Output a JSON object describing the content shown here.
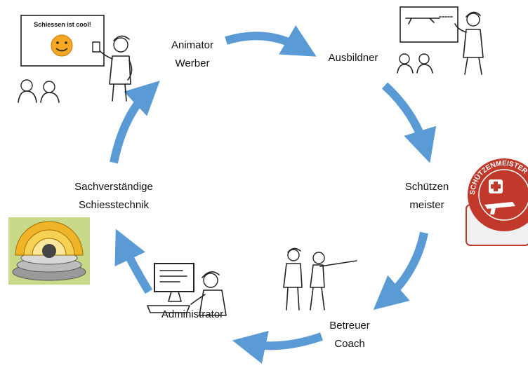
{
  "diagram": {
    "roles": [
      {
        "id": "animator",
        "lines": [
          "Animator",
          "Werber"
        ]
      },
      {
        "id": "ausbildner",
        "lines": [
          "Ausbildner"
        ]
      },
      {
        "id": "schuetzenmeister",
        "lines": [
          "Schützen",
          "meister"
        ]
      },
      {
        "id": "betreuer",
        "lines": [
          "Betreuer",
          "Coach"
        ]
      },
      {
        "id": "administrator",
        "lines": [
          "Administrator"
        ]
      },
      {
        "id": "sachverstaendige",
        "lines": [
          "Sachverständige",
          "Schiesstechnik"
        ]
      }
    ],
    "board_text": "Schiessen ist cool!",
    "badge_text": "SCHÜTZENMEISTER",
    "colors": {
      "arrow": "#5b9bd5",
      "badge_red": "#c0392b",
      "smiley": "#f5a623",
      "pyramid_bg": "#c9d98a"
    },
    "icons": {
      "animator": "presenter-with-board-icon",
      "ausbildner": "instructor-with-rifle-chart-icon",
      "schuetzenmeister": "schuetzenmeister-badge-icon",
      "betreuer": "coach-with-shooter-icon",
      "administrator": "person-at-computer-icon",
      "sachverstaendige": "layered-pyramid-icon"
    }
  }
}
